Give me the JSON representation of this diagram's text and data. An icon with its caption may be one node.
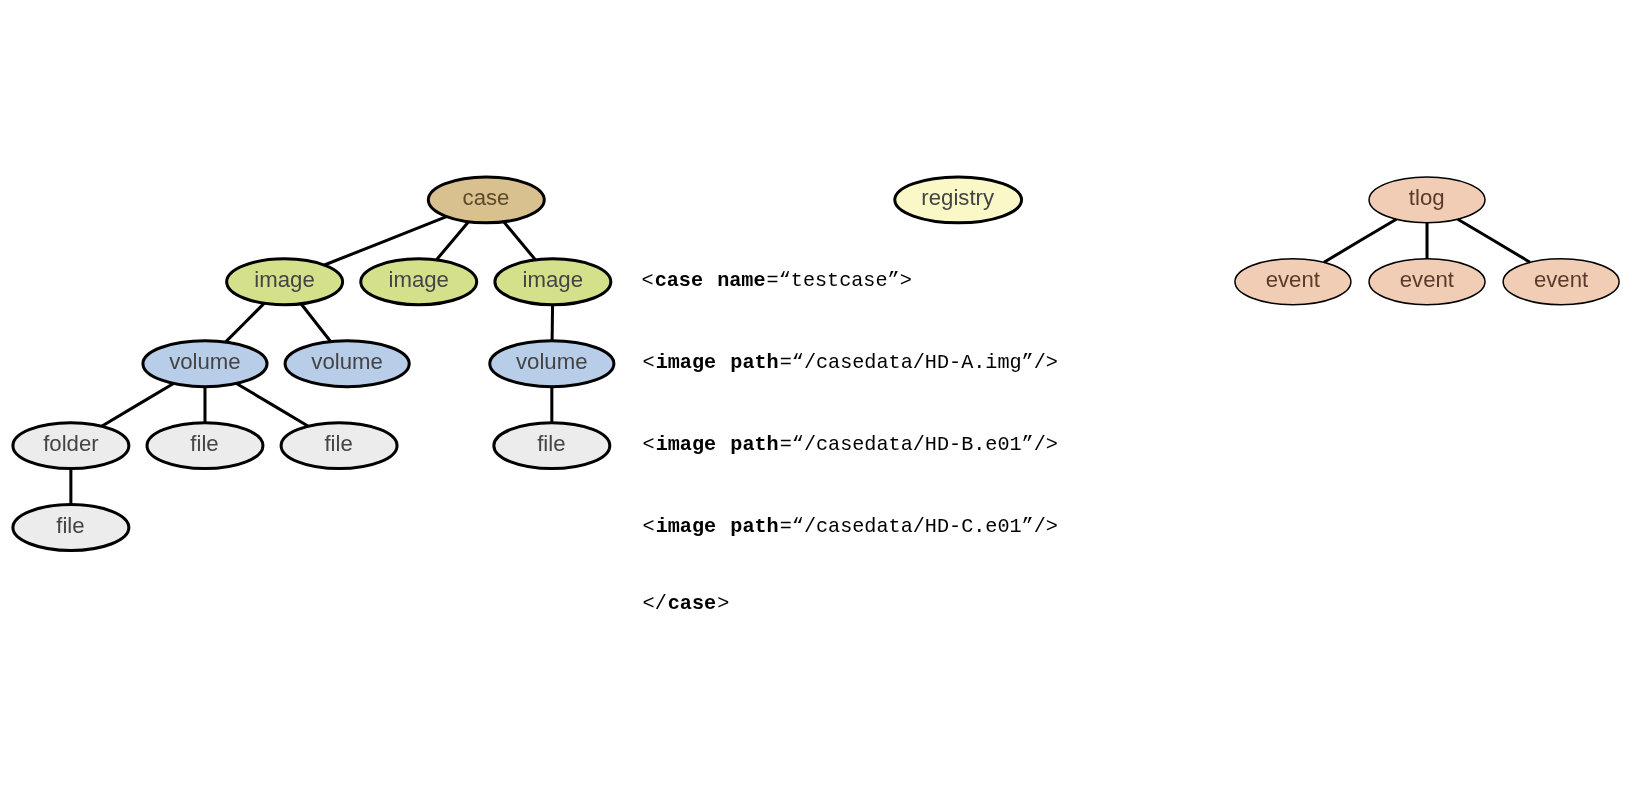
{
  "diagram": {
    "nodes": [
      {
        "text": [
          "case"
        ]
      },
      {
        "text": [
          "image"
        ]
      },
      {
        "text": [
          "image"
        ]
      },
      {
        "text": [
          "image"
        ]
      },
      {
        "text": [
          "volume"
        ]
      },
      {
        "text": [
          "volume"
        ]
      },
      {
        "text": [
          "volume"
        ]
      },
      {
        "text": [
          "folder"
        ]
      },
      {
        "text": [
          "file"
        ]
      },
      {
        "text": [
          "file"
        ]
      },
      {
        "text": [
          "file"
        ]
      },
      {
        "text": [
          "file"
        ]
      },
      {
        "text": [
          "registry"
        ]
      },
      {
        "text": [
          "tlog"
        ]
      },
      {
        "text": [
          "event"
        ]
      },
      {
        "text": [
          "event"
        ]
      },
      {
        "text": [
          "event"
        ]
      }
    ],
    "edges": [
      {
        "from": 0,
        "to": 1,
        "arrow": "none"
      },
      {
        "from": 0,
        "to": 2,
        "arrow": "none"
      },
      {
        "from": 0,
        "to": 3,
        "arrow": "none"
      },
      {
        "from": 1,
        "to": 4,
        "arrow": "none"
      },
      {
        "from": 1,
        "to": 5,
        "arrow": "none"
      },
      {
        "from": 3,
        "to": 6,
        "arrow": "none"
      },
      {
        "from": 4,
        "to": 7,
        "arrow": "none"
      },
      {
        "from": 4,
        "to": 8,
        "arrow": "none"
      },
      {
        "from": 4,
        "to": 9,
        "arrow": "none"
      },
      {
        "from": 6,
        "to": 10,
        "arrow": "none"
      },
      {
        "from": 7,
        "to": 11,
        "arrow": "none"
      },
      {
        "from": 13,
        "to": 14,
        "arrow": "none"
      },
      {
        "from": 13,
        "to": 15,
        "arrow": "none"
      },
      {
        "from": 13,
        "to": 16,
        "arrow": "none"
      }
    ],
    "labels": [
      "<**case** **name**=“testcase”>",
      "<**image** **path**=“/casedata/HD-A.img”/>",
      "<**image** **path**=“/casedata/HD-B.e01”/>",
      "<**image** **path**=“/casedata/HD-C.e01”/>",
      "</**case**>"
    ]
  }
}
